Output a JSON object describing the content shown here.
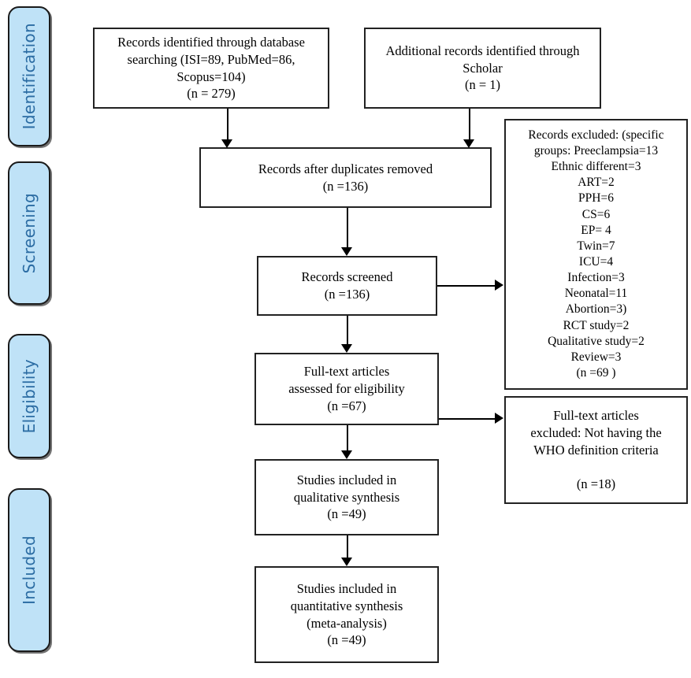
{
  "diagram": {
    "type": "prisma-flow-diagram",
    "stages": [
      {
        "id": "identification",
        "label": "Identification"
      },
      {
        "id": "screening",
        "label": "Screening"
      },
      {
        "id": "eligibility",
        "label": "Eligibility"
      },
      {
        "id": "included",
        "label": "Included"
      }
    ],
    "boxes": {
      "database_search": {
        "text": "Records identified through database\nsearching (ISI=89, PubMed=86,\nScopus=104)\n(n = 279)"
      },
      "additional_records": {
        "text": "Additional records identified through\nScholar\n(n = 1)"
      },
      "after_duplicates": {
        "text": "Records after duplicates removed\n(n =136)"
      },
      "records_screened": {
        "text": "Records screened\n(n =136)"
      },
      "records_excluded": {
        "text": "Records excluded: (specific\ngroups: Preeclampsia=13\nEthnic different=3\nART=2\nPPH=6\nCS=6\nEP= 4\nTwin=7\nICU=4\nInfection=3\nNeonatal=11\nAbortion=3)\nRCT study=2\nQualitative study=2\nReview=3\n(n =69   )"
      },
      "fulltext_assessed": {
        "text": "Full-text articles\nassessed for eligibility\n(n =67)"
      },
      "fulltext_excluded": {
        "text": "Full-text articles\nexcluded: Not having the\nWHO definition criteria\n\n(n =18)"
      },
      "qualitative_synthesis": {
        "text": "Studies included in\nqualitative synthesis\n(n =49)"
      },
      "quantitative_synthesis": {
        "text": "Studies included in\nquantitative synthesis\n(meta-analysis)\n(n =49)"
      }
    },
    "colors": {
      "pill_fill": "#bfe2f7",
      "pill_border": "#1a1a1a",
      "pill_text": "#2b6ca3",
      "box_border": "#222222",
      "connector": "#000000",
      "background": "#ffffff"
    }
  }
}
